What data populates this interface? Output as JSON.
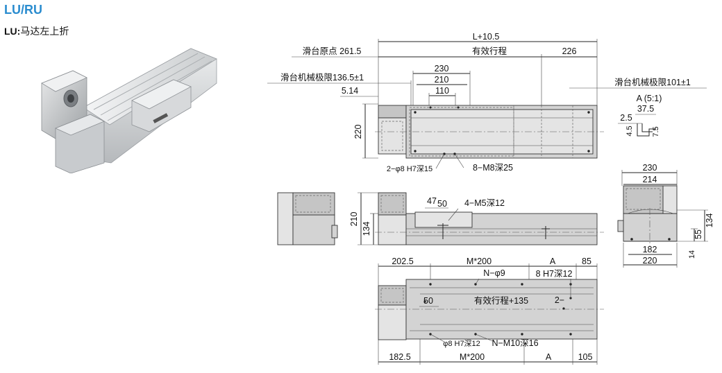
{
  "header": {
    "title": "LU/RU",
    "subtitle_prefix": "LU:",
    "subtitle_text": "马达左上折"
  },
  "top_view": {
    "overall": "L+10.5",
    "origin": "滑台原点 261.5",
    "stroke": "有效行程",
    "d226": "226",
    "left_limit": "滑台机械极限136.5±1",
    "right_limit": "滑台机械极限101±1",
    "d230": "230",
    "d210": "210",
    "d110": "110",
    "d514": "5.14",
    "d220": "220",
    "pin_holes": "2−φ8 H7深15",
    "tap_holes": "8−M8深25"
  },
  "detail_a": {
    "title": "A (5:1)",
    "d25": "2.5",
    "d375": "37.5",
    "d45": "4.5",
    "d75": "7.5"
  },
  "front_view": {
    "d47": "47",
    "d50": "50",
    "tap": "4−M5深12",
    "d210": "210",
    "d134": "134"
  },
  "end_view": {
    "d230": "230",
    "d214": "214",
    "d134": "134",
    "d55": "55",
    "d182": "182",
    "d220": "220",
    "d14": "14"
  },
  "bottom_view": {
    "d2025": "202.5",
    "m200_top": "M*200",
    "a_top": "A",
    "d85": "85",
    "n_phi9": "N−φ9",
    "pin_top": "8 H7深12",
    "d50": "50",
    "stroke135": "有效行程+135",
    "two": "2−",
    "pin_bottom": "φ8 H7深12",
    "n_m10": "N−M10深16",
    "d1825": "182.5",
    "m200_bottom": "M*200",
    "a_bottom": "A",
    "d105": "105"
  }
}
